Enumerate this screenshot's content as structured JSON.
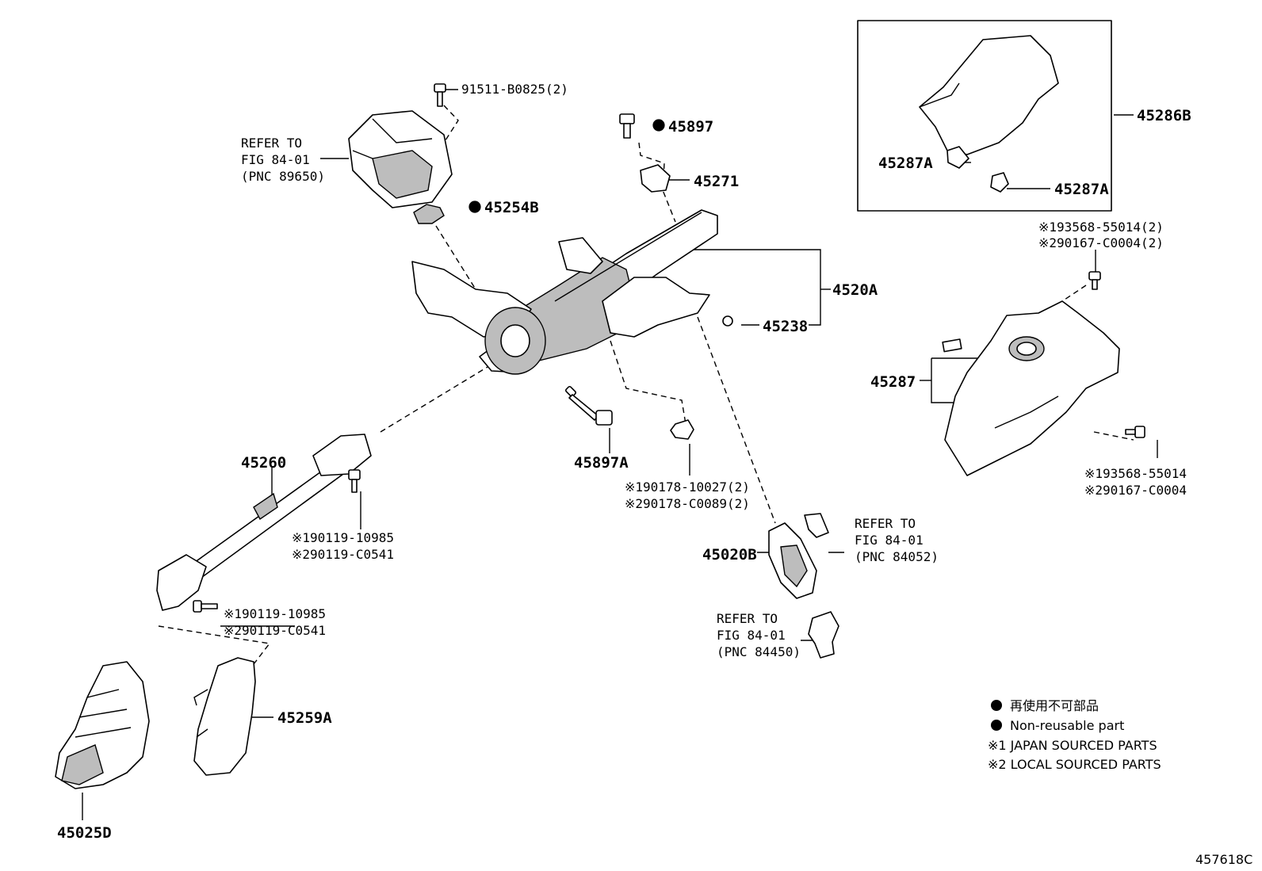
{
  "labels": {
    "p91511": "91511-B0825(2)",
    "refer1_line1": "REFER TO",
    "refer1_line2": "FIG 84-01",
    "refer1_line3": "(PNC 89650)",
    "p45897": "45897",
    "p45271": "45271",
    "p45254B": "45254B",
    "p4520A": "4520A",
    "p45238": "45238",
    "p45286B": "45286B",
    "p45287A_1": "45287A",
    "p45287A_2": "45287A",
    "p93568_a1": "※193568-55014(2)",
    "p90167_a2": "※290167-C0004(2)",
    "p45287": "45287",
    "p93568_b1": "※193568-55014",
    "p90167_b2": "※290167-C0004",
    "p45897A": "45897A",
    "p90178_1": "※190178-10027(2)",
    "p90178_2": "※290178-C0089(2)",
    "p45260": "45260",
    "p90119_a1": "※190119-10985",
    "p90119_a2": "※290119-C0541",
    "p90119_b1": "※190119-10985",
    "p90119_b2": "※290119-C0541",
    "refer2_line1": "REFER TO",
    "refer2_line2": "FIG 84-01",
    "refer2_line3": "(PNC 84052)",
    "p45020B": "45020B",
    "refer3_line1": "REFER TO",
    "refer3_line2": "FIG 84-01",
    "refer3_line3": "(PNC 84450)",
    "p45259A": "45259A",
    "p45025D": "45025D",
    "figure_id": "457618C"
  },
  "legend": {
    "non_reusable_jp": "再使用不可部品",
    "non_reusable_en": "Non-reusable part",
    "japan_sourced": "※1 JAPAN SOURCED PARTS",
    "local_sourced": "※2 LOCAL SOURCED PARTS"
  }
}
